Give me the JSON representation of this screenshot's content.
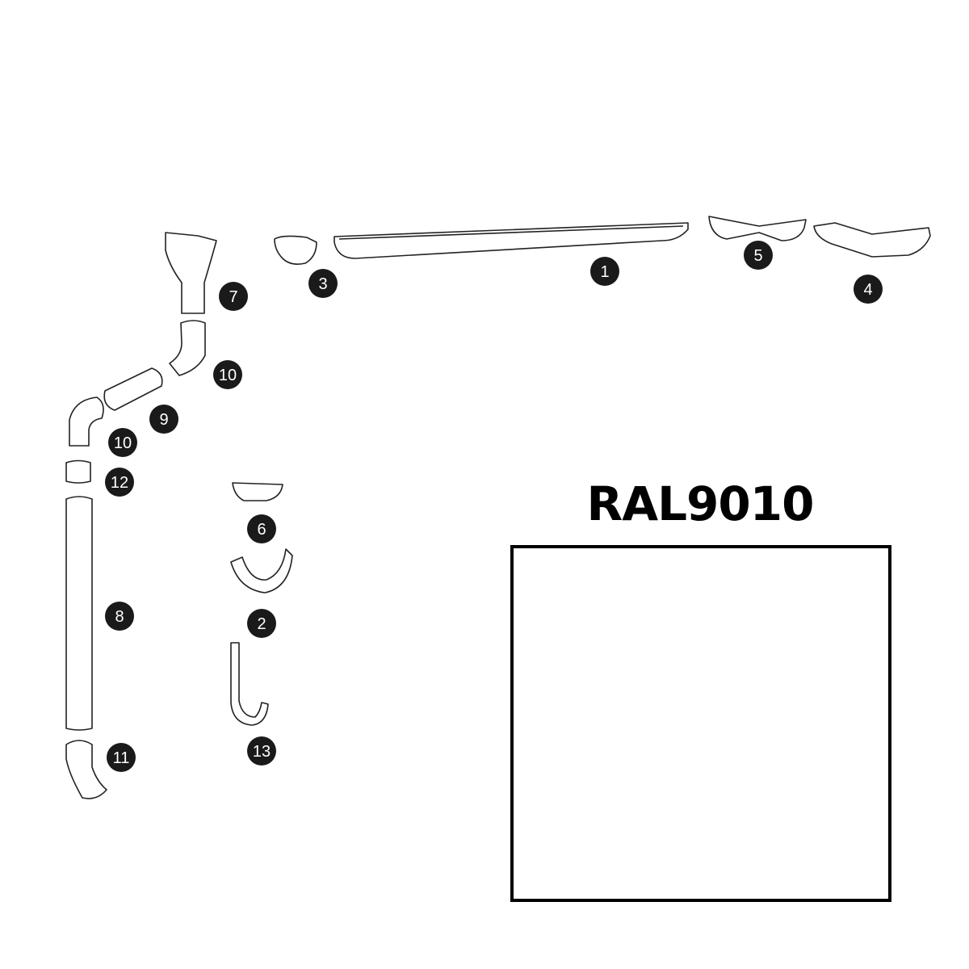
{
  "color_code": "RAL9010",
  "swatch_color": "#ffffff",
  "badges": [
    "1",
    "3",
    "5",
    "4",
    "7",
    "10",
    "9",
    "10",
    "12",
    "6",
    "8",
    "2",
    "11",
    "13"
  ]
}
